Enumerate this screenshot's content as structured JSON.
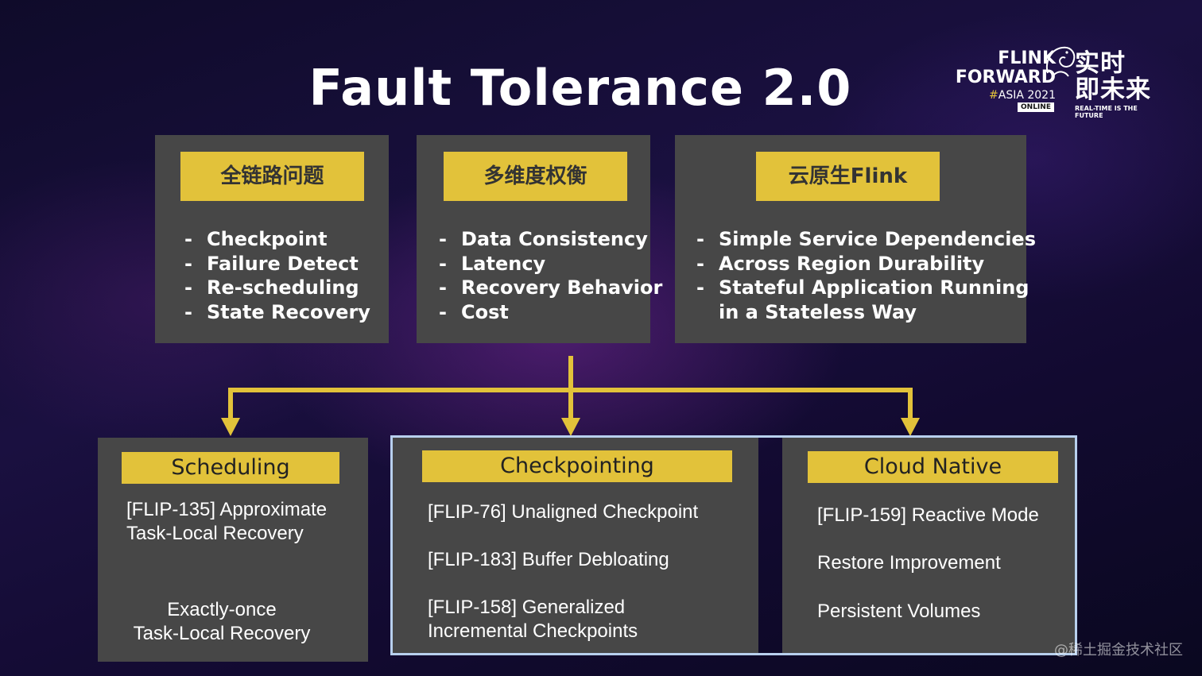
{
  "title": "Fault Tolerance 2.0",
  "logo": {
    "line1": "FLINK",
    "line2": "FORWARD",
    "hash": "#",
    "asia": "ASIA 2021",
    "online": "ONLINE",
    "zh_line1": "实时",
    "zh_line2": "即未来",
    "tagline": "REAL-TIME IS THE FUTURE"
  },
  "top_boxes": [
    {
      "tag": "全链路问题",
      "items": [
        {
          "dash": "-",
          "text": "Checkpoint"
        },
        {
          "dash": "-",
          "text": "Failure Detect"
        },
        {
          "dash": "-",
          "text": "Re-scheduling"
        },
        {
          "dash": "-",
          "text": "State Recovery"
        }
      ]
    },
    {
      "tag": "多维度权衡",
      "items": [
        {
          "dash": "-",
          "text": "Data Consistency"
        },
        {
          "dash": "-",
          "text": "Latency"
        },
        {
          "dash": "-",
          "text": "Recovery Behavior"
        },
        {
          "dash": "-",
          "text": "Cost"
        }
      ]
    },
    {
      "tag": "云原生Flink",
      "items": [
        {
          "dash": "-",
          "text": "Simple Service Dependencies"
        },
        {
          "dash": "-",
          "text": "Across Region Durability"
        },
        {
          "dash": "-",
          "text": "Stateful Application Running"
        },
        {
          "dash": "",
          "text": "in a Stateless Way"
        }
      ]
    }
  ],
  "bottom_boxes": [
    {
      "tag": "Scheduling",
      "items": [
        "[FLIP-135] Approximate",
        "Task-Local Recovery",
        "Exactly-once",
        "Task-Local Recovery"
      ]
    },
    {
      "tag": "Checkpointing",
      "items": [
        "[FLIP-76] Unaligned Checkpoint",
        "[FLIP-183] Buffer Debloating",
        "[FLIP-158] Generalized",
        "Incremental Checkpoints"
      ]
    },
    {
      "tag": "Cloud Native",
      "items": [
        "[FLIP-159] Reactive Mode",
        "Restore Improvement",
        "Persistent Volumes"
      ]
    }
  ],
  "watermark": "@稀土掘金技术社区",
  "colors": {
    "accent": "#e2c23a",
    "box": "#474747",
    "highlight_border": "#b8d0ee"
  }
}
